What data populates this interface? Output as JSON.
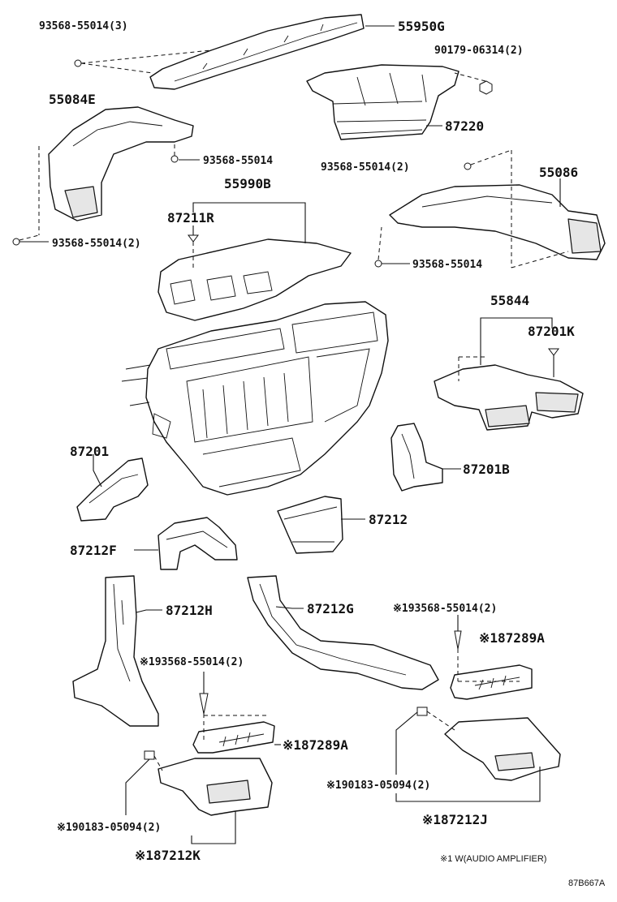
{
  "labels": {
    "p93568_3": "93568-55014(3)",
    "p55950g": "55950G",
    "p90179": "90179-06314(2)",
    "p55084e": "55084E",
    "p87220": "87220",
    "p93568_a": "93568-55014",
    "p93568_b2": "93568-55014(2)",
    "p55086": "55086",
    "p55990b": "55990B",
    "p87211r": "87211R",
    "p93568_left2": "93568-55014(2)",
    "p93568_c": "93568-55014",
    "p55844": "55844",
    "p87201k": "87201K",
    "p87201": "87201",
    "p87201b": "87201B",
    "p87212": "87212",
    "p87212f": "87212F",
    "p87212h": "87212H",
    "p87212g": "87212G",
    "p93568_x1a": "※193568-55014(2)",
    "p87289a_r": "※187289A",
    "p93568_x1b": "※193568-55014(2)",
    "p87289a_m": "※187289A",
    "p90183_r": "※190183-05094(2)",
    "p87212j": "※187212J",
    "p90183_l": "※190183-05094(2)",
    "p87212k": "※187212K"
  },
  "note": "※1 W(AUDIO AMPLIFIER)",
  "code": "87B667A"
}
